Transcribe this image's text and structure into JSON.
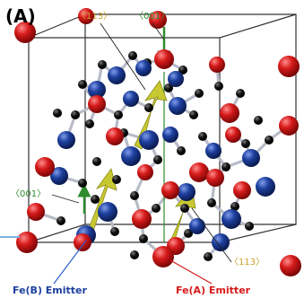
{
  "panel_label": "(A)",
  "directions": {
    "top_113": "〈113〉",
    "top_001": "〈001〉",
    "left_001": "〈001〉",
    "right_113": "〈113〉"
  },
  "emitters": {
    "fe_b": "Fe(B) Emitter",
    "fe_a": "Fe(A) Emitter"
  },
  "colors": {
    "fe_a_atom": "#d61a1a",
    "fe_b_atom": "#1d3f9e",
    "oxygen_atom": "#111111",
    "bond": "#b8bcc8",
    "cube_edge": "#333333",
    "dir_113_color": "#c9a227",
    "dir_001_color": "#2e8b2e",
    "fe_b_label_color": "#1d3f9e",
    "fe_a_label_color": "#d61a1a",
    "arrow_fill": "#c8c832"
  }
}
